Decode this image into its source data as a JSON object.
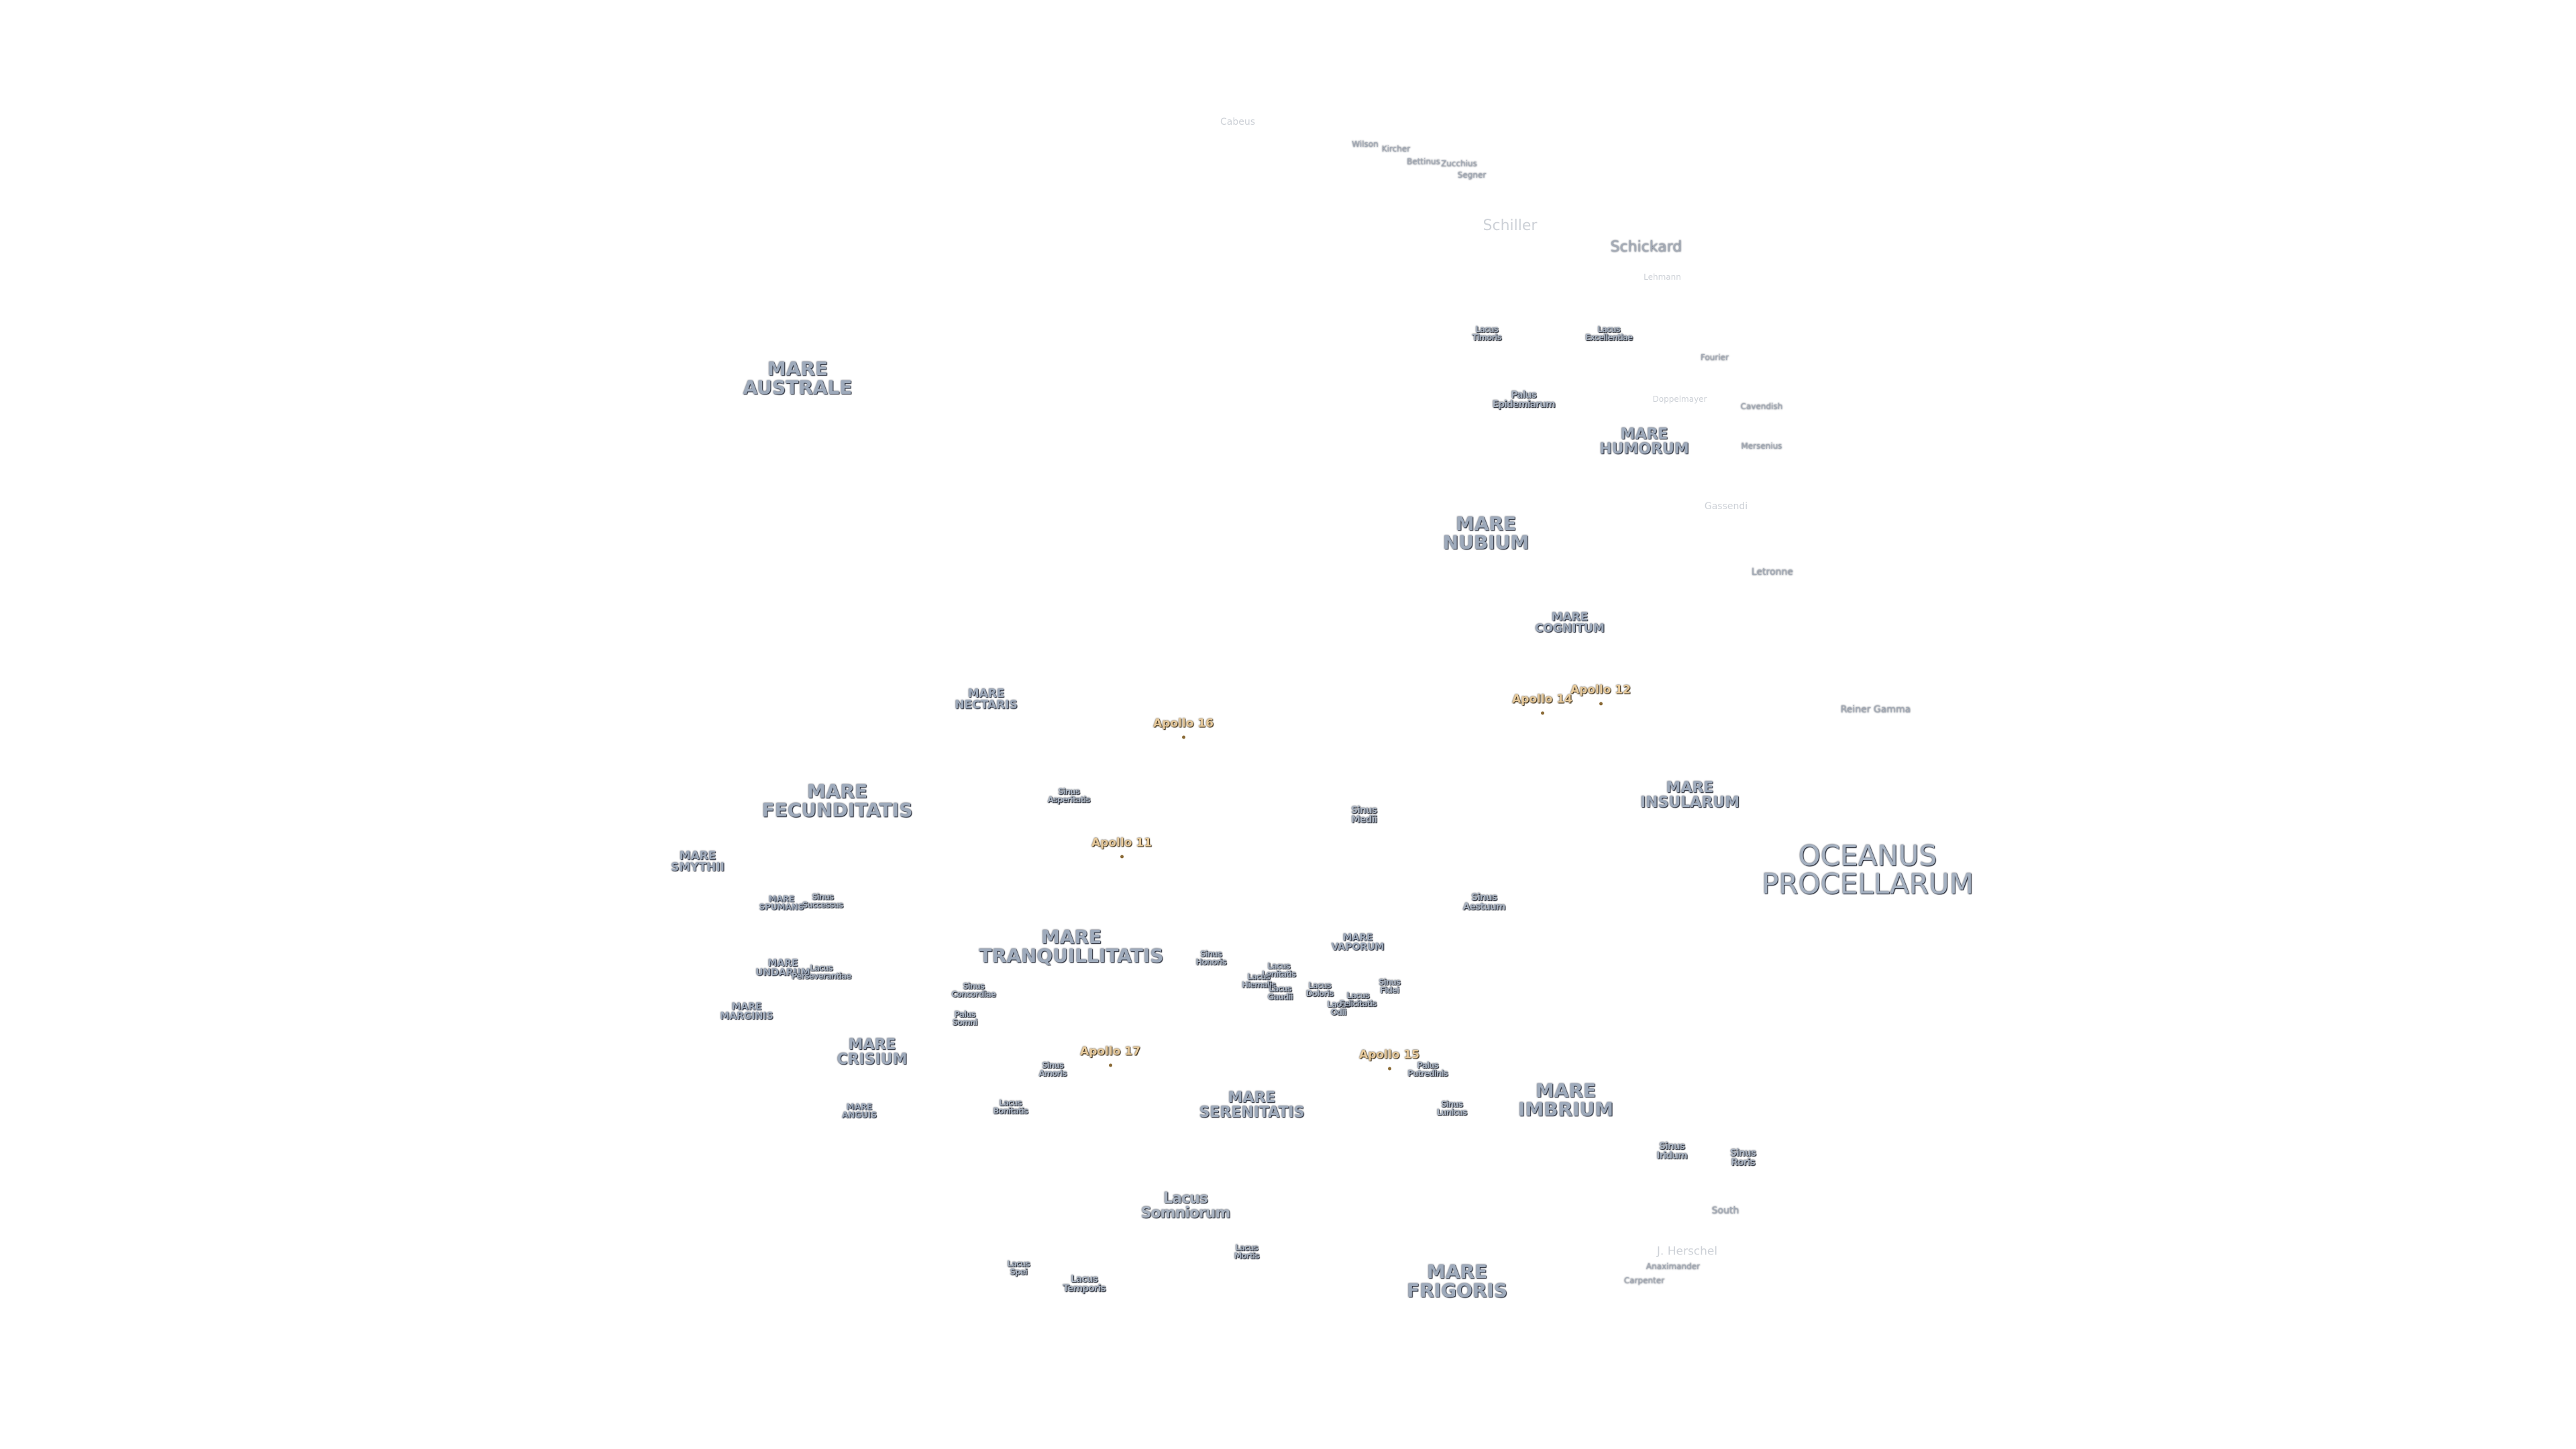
{
  "labels": {
    "mare_australe": "MARE\nAUSTRALE",
    "oceanus_procellarum": "OCEANUS\nPROCELLARUM",
    "mare_nubium": "MARE\nNUBIUM",
    "mare_humorum": "MARE\nHUMORUM",
    "mare_cognitum": "MARE\nCOGNITUM",
    "mare_nectaris": "MARE\nNECTARIS",
    "mare_fecunditatis": "MARE\nFECUNDITATIS",
    "mare_insularum": "MARE\nINSULARUM",
    "mare_smythii": "MARE\nSMYTHII",
    "mare_spumans": "MARE\nSPUMANS",
    "mare_tranquillitatis": "MARE\nTRANQUILLITATIS",
    "mare_vaporum": "MARE\nVAPORUM",
    "mare_undarum": "MARE\nUNDARUM",
    "mare_marginis": "MARE\nMARGINIS",
    "mare_crisium": "MARE\nCRISIUM",
    "mare_anguis": "MARE\nANGUIS",
    "mare_serenitatis": "MARE\nSERENITATIS",
    "mare_imbrium": "MARE\nIMBRIUM",
    "mare_frigoris": "MARE\nFRIGORIS",
    "lacus_timoris": "Lacus\nTimoris",
    "lacus_excellentiae": "Lacus\nExcellentiae",
    "palus_epidemiarum": "Palus\nEpidemiarum",
    "sinus_asperitatis": "Sinus\nAsperitatis",
    "sinus_medii": "Sinus\nMedii",
    "sinus_aestuum": "Sinus\nAestuum",
    "sinus_successus": "Sinus\nSuccessus",
    "lacus_perseverantiae": "Lacus\nPerseverantiae",
    "sinus_concordiae": "Sinus\nConcordiae",
    "palus_somni": "Palus\nSomni",
    "sinus_honoris": "Sinus\nHonoris",
    "lacus_lenitatis": "Lacus\nLenitatis",
    "lacus_hiemalis": "Lacus\nHiemalis",
    "lacus_gaudii": "Lacus\nGaudii",
    "lacus_doloris": "Lacus\nDoloris",
    "lacus_odii": "Lacus\nOdii",
    "lacus_felicitatis": "Lacus\nFelicitatis",
    "sinus_fidei": "Sinus\nFidei",
    "sinus_amoris": "Sinus\nAmoris",
    "palus_putredinis": "Palus\nPutredinis",
    "lacus_bonitatis": "Lacus\nBonitatis",
    "sinus_lunicus": "Sinus\nLunicus",
    "sinus_iridum": "Sinus\nIridum",
    "sinus_roris": "Sinus\nRoris",
    "lacus_somniorum": "Lacus\nSomniorum",
    "lacus_mortis": "Lacus\nMortis",
    "lacus_spei": "Lacus\nSpei",
    "lacus_temporis": "Lacus\nTemporis",
    "cabeus": "Cabeus",
    "wilson": "Wilson",
    "kircher": "Kircher",
    "bettinus": "Bettinus",
    "zucchius": "Zucchius",
    "segner": "Segner",
    "schiller": "Schiller",
    "schickard": "Schickard",
    "lehmann": "Lehmann",
    "fourier": "Fourier",
    "doppelmayer": "Doppelmayer",
    "cavendish": "Cavendish",
    "mersenius": "Mersenius",
    "gassendi": "Gassendi",
    "letronne": "Letronne",
    "reiner_gamma": "Reiner Gamma",
    "south": "South",
    "j_herschel": "J. Herschel",
    "anaximander": "Anaximander",
    "carpenter": "Carpenter"
  },
  "apollo_sites": {
    "apollo_11": "Apollo 11",
    "apollo_12": "Apollo 12",
    "apollo_14": "Apollo 14",
    "apollo_15": "Apollo 15",
    "apollo_16": "Apollo 16",
    "apollo_17": "Apollo 17"
  }
}
